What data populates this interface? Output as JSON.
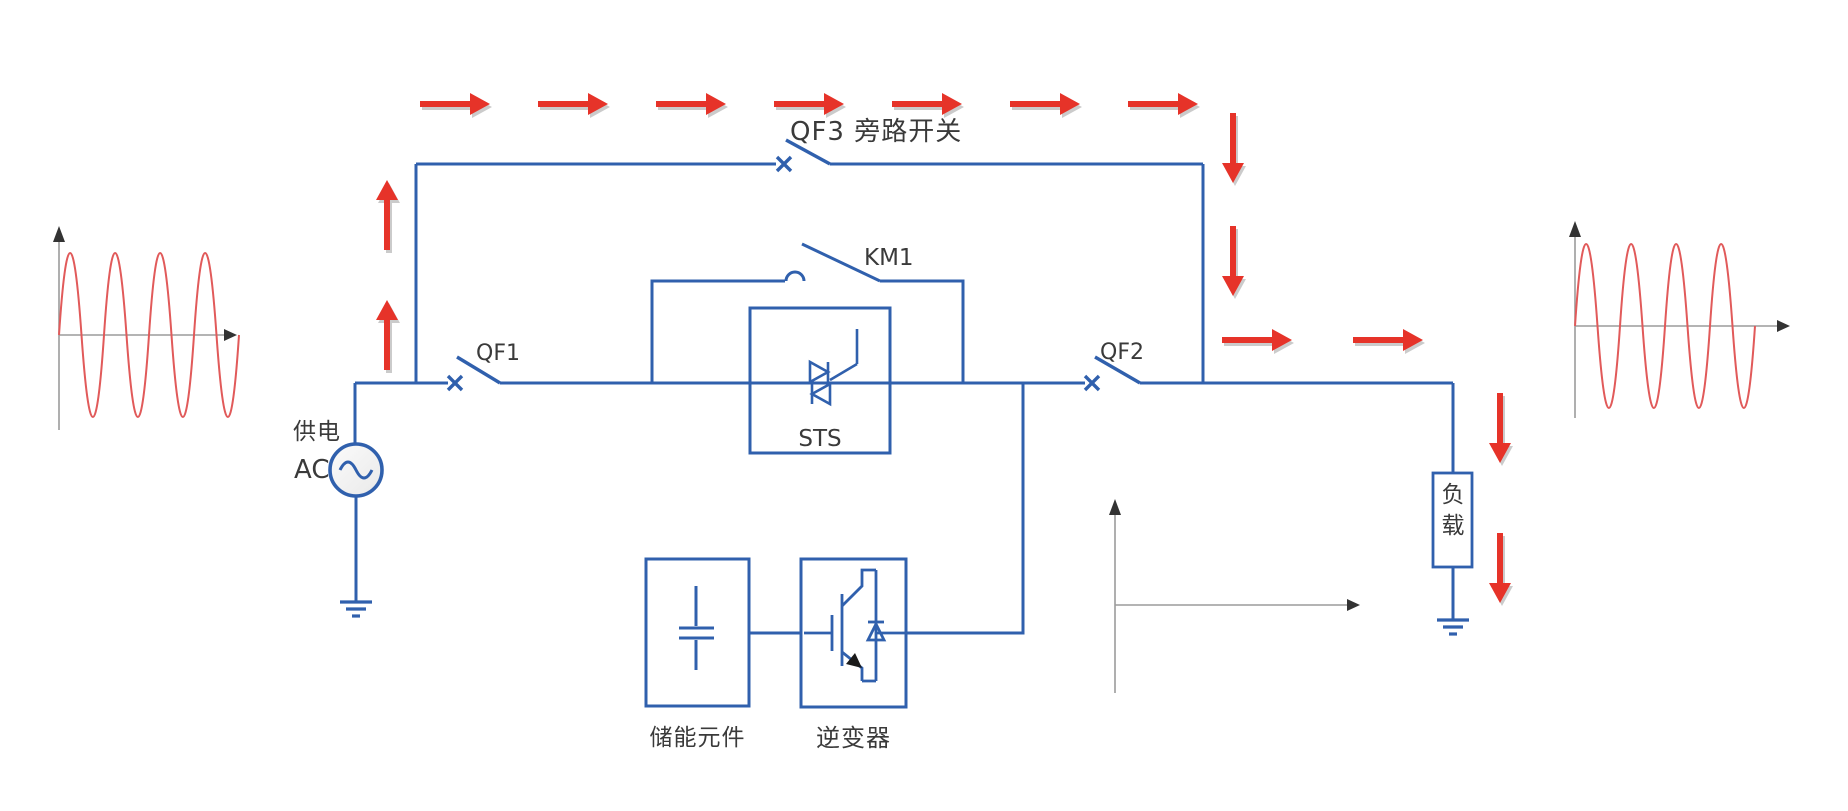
{
  "diagram": {
    "title": "UPS bypass power-flow schematic",
    "labels": {
      "supply": "供电",
      "ac": "AC",
      "qf1": "QF1",
      "qf2": "QF2",
      "qf3_bypass": "QF3 旁路开关",
      "km1": "KM1",
      "sts": "STS",
      "storage": "储能元件",
      "inverter": "逆变器",
      "load": "负载"
    },
    "flow": "red arrows trace current: up from source, across QF3 bypass line, down to the load"
  },
  "waveforms": {
    "input": {
      "shape": "sine",
      "cycles": 4,
      "position": "left of source"
    },
    "output": {
      "shape": "sine",
      "cycles": 4,
      "position": "right, above load"
    },
    "blank_axes": {
      "shape": "empty axes",
      "position": "below QF2, left of load"
    }
  },
  "colors": {
    "circuit_blue": "#3060ad",
    "arrow_red": "#e63329",
    "wave_red": "#e15a5a",
    "axis_gray": "#9b9b9b",
    "axis_arrow_dark": "#333333",
    "label_text": "#3a3a3a"
  }
}
